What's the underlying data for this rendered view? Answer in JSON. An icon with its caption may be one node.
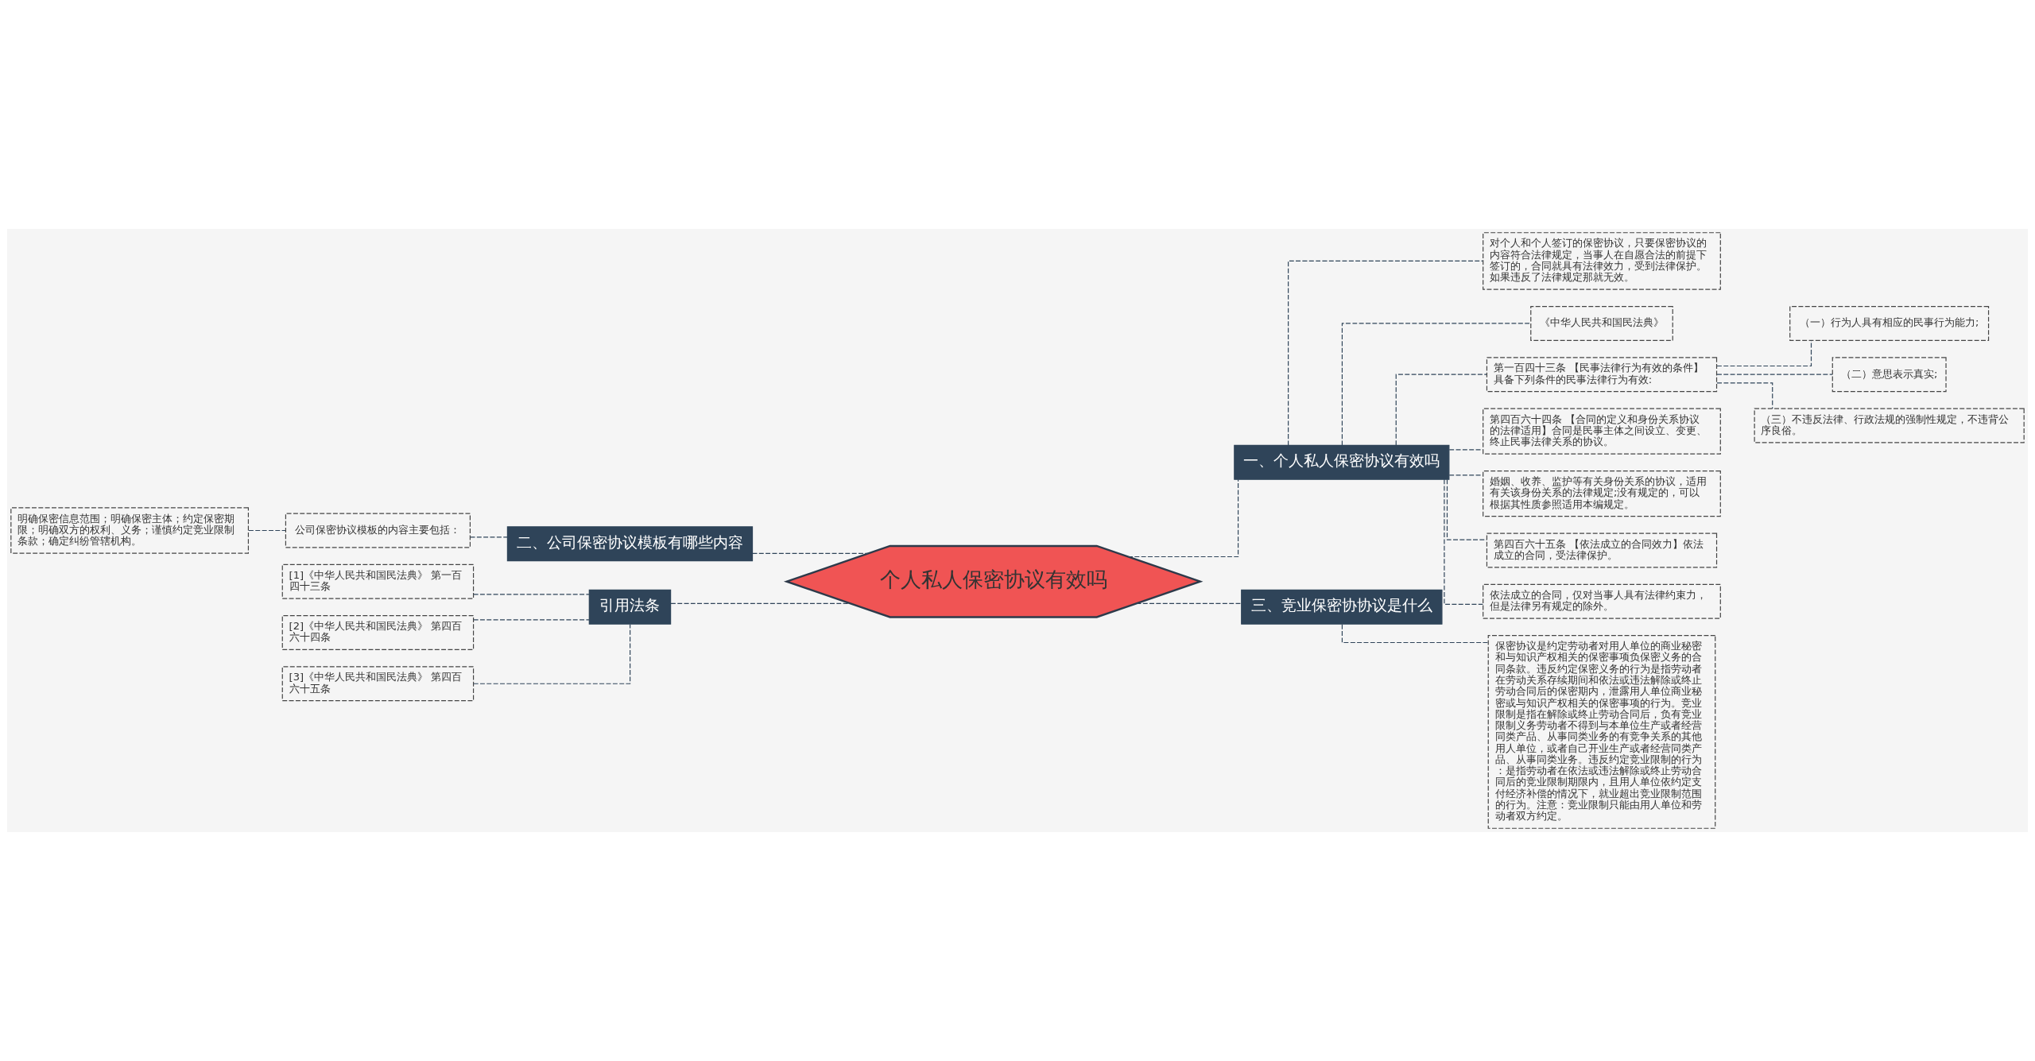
{
  "diagram": {
    "nodes": [
      {
        "text": [
          "个人私人保密协议有效吗"
        ]
      },
      {
        "text": [
          "一、个人私人保密协议有效吗"
        ]
      },
      {
        "text": [
          "对个人和个人签订的保密协议，只要保密协议的内容符合法律规定，当事人在自愿合法的前提下签订的，合同就具有法律效力，受到法律保护。如果违反了法律规定那就无效。"
        ]
      },
      {
        "text": [
          "《中华人民共和国民法典》"
        ]
      },
      {
        "text": [
          "第一百四十三条 【民事法律行为有效的条件】具备下列条件的民事法律行为有效:"
        ]
      },
      {
        "text": [
          "（一）行为人具有相应的民事行为能力;"
        ]
      },
      {
        "text": [
          "（二）意思表示真实;"
        ]
      },
      {
        "text": [
          "（三）不违反法律、行政法规的强制性规定，不违背公序良俗。"
        ]
      },
      {
        "text": [
          "第四百六十四条 【合同的定义和身份关系协议的法律适用】合同是民事主体之间设立、变更、终止民事法律关系的协议。"
        ]
      },
      {
        "text": [
          "婚姻、收养、监护等有关身份关系的协议，适用有关该身份关系的法律规定;没有规定的，可以根据其性质参照适用本编规定。"
        ]
      },
      {
        "text": [
          "第四百六十五条 【依法成立的合同效力】依法成立的合同，受法律保护。"
        ]
      },
      {
        "text": [
          "依法成立的合同，仅对当事人具有法律约束力，但是法律另有规定的除外。"
        ]
      },
      {
        "text": [
          "三、竞业保密协协议是什么"
        ]
      },
      {
        "text": [
          "保密协议是约定劳动者对用人单位的商业秘密和与知识产权相关的保密事项负保密义务的合同条款。违反约定保密义务的行为是指劳动者在劳动关系存续期间和依法或违法解除或终止劳动合同后的保密期内，泄露用人单位商业秘密或与知识产权相关的保密事项的行为。竞业限制是指在解除或终止劳动合同后，负有竞业限制义务劳动者不得到与本单位生产或者经营同类产品、从事同类业务的有竞争关系的其他用人单位，或者自己开业生产或者经营同类产品、从事同类业务。违反约定竞业限制的行为：是指劳动者在依法或违法解除或终止劳动合同后的竞业限制期限内，且用人单位依约定支付经济补偿的情况下，就业超出竞业限制范围的行为。注意：竞业限制只能由用人单位和劳动者双方约定。"
        ]
      },
      {
        "text": [
          "二、公司保密协议模板有哪些内容"
        ]
      },
      {
        "text": [
          "公司保密协议模板的内容主要包括："
        ]
      },
      {
        "text": [
          "明确保密信息范围；明确保密主体；约定保密期限；明确双方的权利、义务；谨慎约定竞业限制条款；确定纠纷管辖机构。"
        ]
      },
      {
        "text": [
          "引用法条"
        ]
      },
      {
        "text": [
          "[1]《中华人民共和国民法典》 第一百四十三条"
        ]
      },
      {
        "text": [
          "[2]《中华人民共和国民法典》 第四百六十四条"
        ]
      },
      {
        "text": [
          "[3]《中华人民共和国民法典》 第四百六十五条"
        ]
      }
    ],
    "edges": [
      {
        "from": 0,
        "to": 1,
        "arrow": "none",
        "style": "dashed"
      },
      {
        "from": 1,
        "to": 2,
        "arrow": "none",
        "style": "dashed"
      },
      {
        "from": 1,
        "to": 3,
        "arrow": "none",
        "style": "dashed"
      },
      {
        "from": 1,
        "to": 4,
        "arrow": "none",
        "style": "dashed"
      },
      {
        "from": 4,
        "to": 5,
        "arrow": "none",
        "style": "dashed"
      },
      {
        "from": 4,
        "to": 6,
        "arrow": "none",
        "style": "dashed"
      },
      {
        "from": 4,
        "to": 7,
        "arrow": "none",
        "style": "dashed"
      },
      {
        "from": 1,
        "to": 8,
        "arrow": "none",
        "style": "dashed"
      },
      {
        "from": 1,
        "to": 9,
        "arrow": "none",
        "style": "dashed"
      },
      {
        "from": 1,
        "to": 10,
        "arrow": "none",
        "style": "dashed"
      },
      {
        "from": 1,
        "to": 11,
        "arrow": "none",
        "style": "dashed"
      },
      {
        "from": 0,
        "to": 12,
        "arrow": "none",
        "style": "dashed"
      },
      {
        "from": 12,
        "to": 13,
        "arrow": "none",
        "style": "dashed"
      },
      {
        "from": 0,
        "to": 14,
        "arrow": "none",
        "style": "dashed"
      },
      {
        "from": 14,
        "to": 15,
        "arrow": "none",
        "style": "dashed"
      },
      {
        "from": 15,
        "to": 16,
        "arrow": "none",
        "style": "dashed"
      },
      {
        "from": 0,
        "to": 17,
        "arrow": "none",
        "style": "dashed"
      },
      {
        "from": 17,
        "to": 18,
        "arrow": "none",
        "style": "dashed"
      },
      {
        "from": 17,
        "to": 19,
        "arrow": "none",
        "style": "dashed"
      },
      {
        "from": 17,
        "to": 20,
        "arrow": "none",
        "style": "dashed"
      }
    ]
  }
}
